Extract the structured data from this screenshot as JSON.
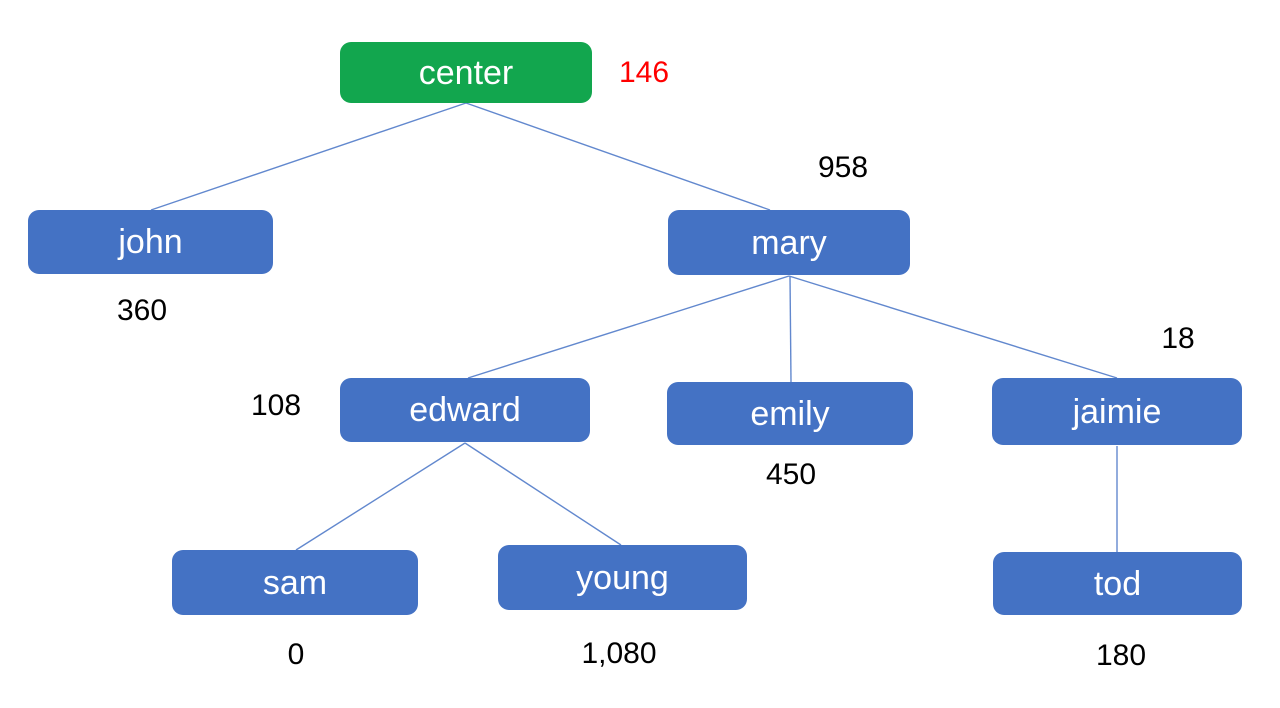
{
  "diagram": {
    "kind": "tree",
    "colors": {
      "root_fill": "#12A64E",
      "node_fill": "#4472C4",
      "node_text": "#FFFFFF",
      "value_text": "#000000",
      "root_value_text": "#FF0000",
      "connector": "#6288CE"
    },
    "nodes": {
      "center": {
        "label": "center",
        "value": "146"
      },
      "john": {
        "label": "john",
        "value": "360"
      },
      "mary": {
        "label": "mary",
        "value": "958"
      },
      "edward": {
        "label": "edward",
        "value": "108"
      },
      "emily": {
        "label": "emily",
        "value": "450"
      },
      "jaimie": {
        "label": "jaimie",
        "value": "18"
      },
      "sam": {
        "label": "sam",
        "value": "0"
      },
      "young": {
        "label": "young",
        "value": "1,080"
      },
      "tod": {
        "label": "tod",
        "value": "180"
      }
    },
    "structure": {
      "root": "center",
      "edges": [
        [
          "center",
          "john"
        ],
        [
          "center",
          "mary"
        ],
        [
          "mary",
          "edward"
        ],
        [
          "mary",
          "emily"
        ],
        [
          "mary",
          "jaimie"
        ],
        [
          "edward",
          "sam"
        ],
        [
          "edward",
          "young"
        ],
        [
          "jaimie",
          "tod"
        ]
      ]
    }
  }
}
